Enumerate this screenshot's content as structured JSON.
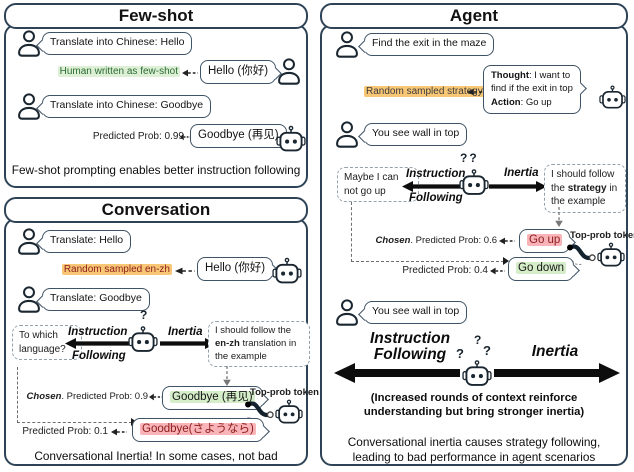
{
  "colors": {
    "panel_border": "#2e4456",
    "bubble_border": "#3e5365",
    "green_highlight": "#d5edc9",
    "green_label_bg": "#ddf0d6",
    "green_label_text": "#2a6b33",
    "orange_highlight": "#f8c776",
    "red_highlight": "#f8b4b8",
    "dark_red_text": "#8d1d1d",
    "arrow_black": "#0d0d0d"
  },
  "panels": {
    "fewshot": {
      "title": "Few-shot",
      "msg_user1": "Translate into Chinese: Hello",
      "annotation1": "Human written as few-shot",
      "msg_reply1": "Hello (你好)",
      "msg_user2": "Translate into Chinese: Goodbye",
      "annotation2": "Predicted Prob: 0.99",
      "msg_reply2": "Goodbye (再见)",
      "caption": "Few-shot prompting enables better instruction following"
    },
    "conversation": {
      "title": "Conversation",
      "msg_user1": "Translate: Hello",
      "annotation1": "Random sampled en-zh",
      "msg_reply1": "Hello (你好)",
      "msg_user2": "Translate: Goodbye",
      "thought_left": "To which language?",
      "arrow_left_line1": "Instruction",
      "arrow_left_line2": "Following",
      "arrow_right_label": "Inertia",
      "qmark": "?",
      "thought_right": {
        "pre": "I should follow the ",
        "bold": "en-zh",
        "post": " translation in the example"
      },
      "chosen": {
        "bold": "Chosen",
        "rest": ". Predicted Prob: 0.9"
      },
      "answer_top": "Goodbye (再见)",
      "top_prob_label": "Top-prob token",
      "alt_prob": "Predicted Prob: 0.1",
      "answer_alt": "Goodbye(さようなら)",
      "caption": "Conversational Inertia! In some cases, not bad"
    },
    "agent": {
      "title": "Agent",
      "msg_user1": "Find the exit in the maze",
      "annotation1": "Random sampled strategy",
      "reply1": {
        "l1_bold": "Thought",
        "l1": ": I want to",
        "l2": "find if the exit in top",
        "l3_bold": "Action",
        "l3": ": Go up"
      },
      "msg_user2": "You see wall in top",
      "thought_left": "Maybe I can not go up",
      "arrow_left_line1": "Instruction",
      "arrow_left_line2": "Following",
      "arrow_right_label": "Inertia",
      "qmarks": "??",
      "thought_right": {
        "pre": "I should follow the ",
        "bold": "strategy",
        "post": " in the example"
      },
      "chosen": {
        "bold": "Chosen",
        "rest": ". Predicted Prob: 0.6"
      },
      "answer_top": "Go up",
      "top_prob_label": "Top-prob token",
      "alt_prob": "Predicted Prob: 0.4",
      "answer_alt": "Go down",
      "msg_user3": "You see wall in top",
      "big_left_line1": "Instruction",
      "big_left_line2": "Following",
      "big_right_label": "Inertia",
      "q1": "?",
      "q2": "?",
      "q3": "?",
      "note_line1": "(Increased rounds of context reinforce",
      "note_line2": "understanding but bring stronger inertia)",
      "caption_line1": "Conversational inertia causes strategy following,",
      "caption_line2": "leading to bad performance in agent scenarios"
    }
  }
}
